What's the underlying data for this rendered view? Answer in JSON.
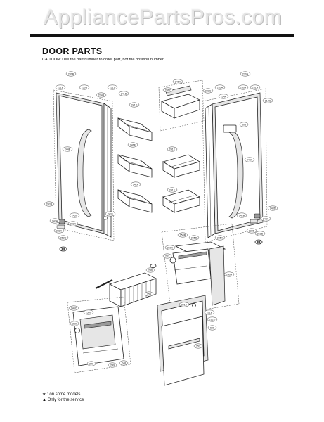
{
  "header": {
    "site_name": "AppliancePartsPros.com"
  },
  "section": {
    "title": "DOOR PARTS",
    "caution": "CAUTION: Use the part number to order part, not the position number."
  },
  "legend": {
    "item1": "★ : on some models",
    "item2": "▲ Only for the service"
  },
  "labels": {
    "l230b": "230B",
    "l231b": "231B",
    "l230b2": "230B",
    "l234b": "234B",
    "l231d": "231D",
    "l244b": "244B",
    "l241b": "241B",
    "l241c": "241C",
    "l241d": "241D",
    "l241a": "241A",
    "l241e": "241E",
    "l241f": "241F",
    "l230a": "230A",
    "l233c": "233C",
    "l233a": "233A",
    "l231a": "231A",
    "l230a2": "230A",
    "l234a": "234A",
    "l212c": "212C",
    "l605": "605",
    "l244a": "244A",
    "l243b": "243B",
    "l243c": "243C",
    "l243a": "243A",
    "l242a": "242A",
    "l232a": "232A",
    "l262c": "262C",
    "l243e": "243E",
    "l243d": "243D",
    "l242b": "242B",
    "l232b": "232B",
    "l262b": "262B",
    "l250b": "250B",
    "l245b": "245B",
    "l245a": "245A",
    "l250a": "250A",
    "l203": "203",
    "l240a": "240A",
    "l256": "256",
    "l259": "259",
    "l240c": "240C",
    "l250c": "250C",
    "l260": "260",
    "l201a": "201A",
    "l201b": "201B",
    "l212d": "212D",
    "l606": "606",
    "l252": "252",
    "l249": "249",
    "l248": "248"
  }
}
